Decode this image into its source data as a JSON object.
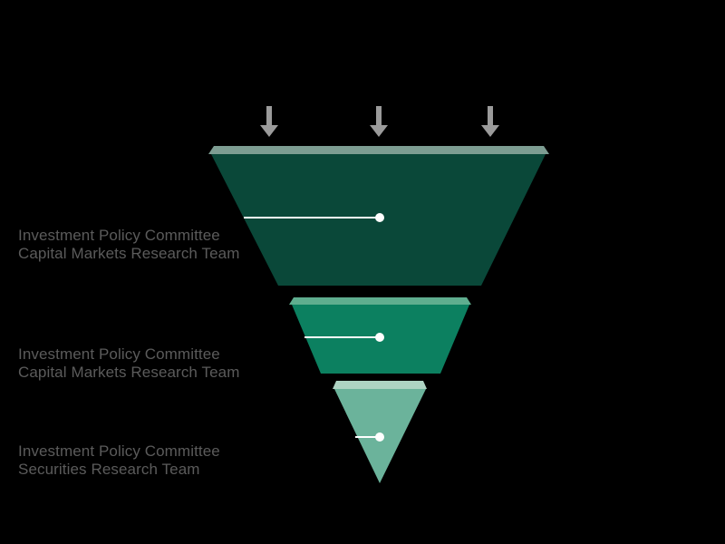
{
  "background_color": "#000000",
  "arrows": {
    "count": 3,
    "direction": "down",
    "color": "#9b9b9b"
  },
  "tick": {
    "color": "#ffffff"
  },
  "label_text_color": "#5b5b5b",
  "chart_data": {
    "type": "funnel",
    "title": "",
    "legend": "none",
    "values_shown": false,
    "orientation": "inverted-pyramid",
    "stages": [
      {
        "lines": [
          "Investment Policy Committee",
          "Capital Markets Research Team"
        ],
        "color": "#0a4839",
        "bevel_color": "#7d9d92",
        "relative_width": 1.0
      },
      {
        "lines": [
          "Investment Policy Committee",
          "Capital Markets Research Team"
        ],
        "color": "#0c8060",
        "bevel_color": "#5fae8f",
        "relative_width": 0.54
      },
      {
        "lines": [
          "Investment Policy Committee",
          "Securities Research Team"
        ],
        "color": "#6bb39b",
        "bevel_color": "#aed3c3",
        "relative_width": 0.28
      }
    ]
  }
}
